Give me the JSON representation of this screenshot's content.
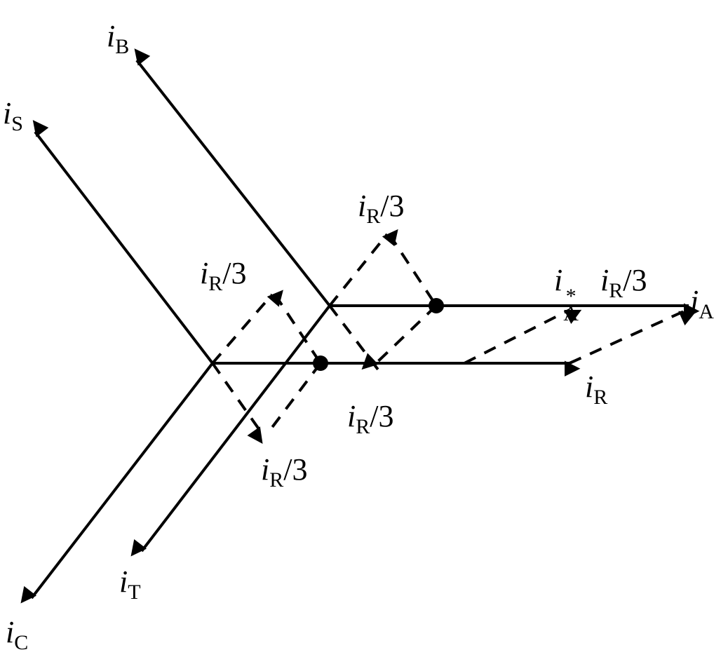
{
  "labels": {
    "i": "i",
    "iB_sub": "B",
    "iS_sub": "S",
    "iC_sub": "C",
    "iT_sub": "T",
    "iA_sub": "A",
    "iR_sub": "R",
    "iAstar_sub": "A",
    "iAstar_sup": "*",
    "third": "/3"
  }
}
